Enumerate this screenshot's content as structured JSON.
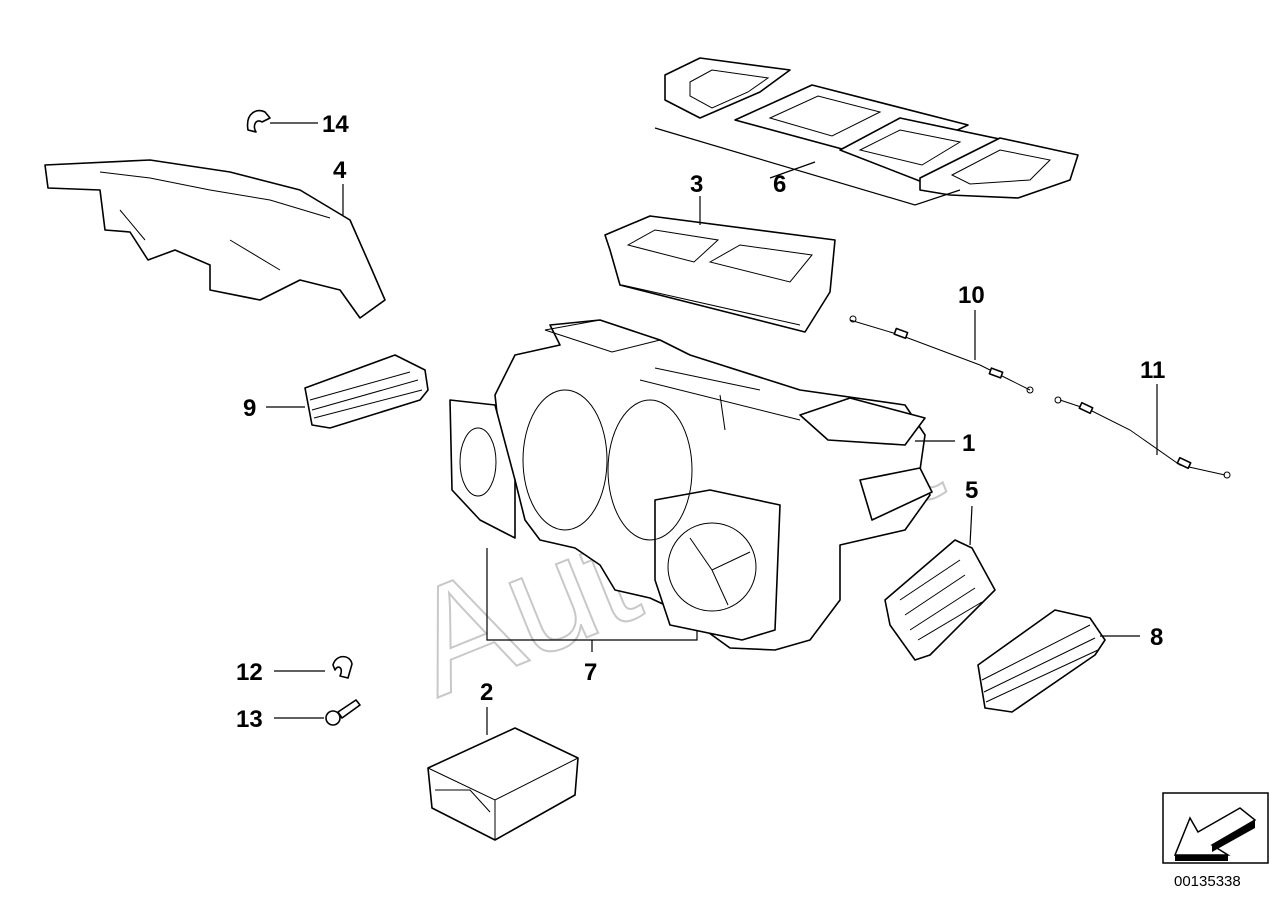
{
  "watermark": "Autosoft",
  "diagram_ref": "00135338",
  "callouts": [
    {
      "id": "label-1",
      "text": "1"
    },
    {
      "id": "label-2",
      "text": "2"
    },
    {
      "id": "label-3",
      "text": "3"
    },
    {
      "id": "label-4",
      "text": "4"
    },
    {
      "id": "label-5",
      "text": "5"
    },
    {
      "id": "label-6",
      "text": "6"
    },
    {
      "id": "label-7",
      "text": "7"
    },
    {
      "id": "label-8",
      "text": "8"
    },
    {
      "id": "label-9",
      "text": "9"
    },
    {
      "id": "label-10",
      "text": "10"
    },
    {
      "id": "label-11",
      "text": "11"
    },
    {
      "id": "label-12",
      "text": "12"
    },
    {
      "id": "label-13",
      "text": "13"
    },
    {
      "id": "label-14",
      "text": "14"
    }
  ]
}
